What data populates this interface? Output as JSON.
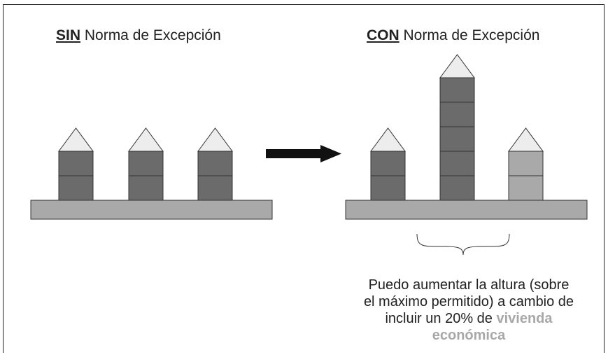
{
  "headings": {
    "left": {
      "emphasis": "SIN",
      "rest": " Norma de Excepción"
    },
    "right": {
      "emphasis": "CON",
      "rest": " Norma de Excepción"
    }
  },
  "caption": {
    "line1": "Puedo aumentar la altura (sobre",
    "line2": "el máximo permitido) a cambio de",
    "line3_prefix": "incluir un 20% de ",
    "line3_highlight": "vivienda",
    "line4_highlight": "económica"
  },
  "colors": {
    "dark_floor": "#6b6b6b",
    "light_floor": "#a9a9a9",
    "roof": "#ededed",
    "base_platform": "#a9a9a9",
    "arrow": "#111111"
  },
  "scenarios": {
    "without_exception": {
      "buildings": [
        {
          "floors": 2,
          "type": "dark"
        },
        {
          "floors": 2,
          "type": "dark"
        },
        {
          "floors": 2,
          "type": "dark"
        }
      ]
    },
    "with_exception": {
      "buildings": [
        {
          "floors": 2,
          "type": "dark"
        },
        {
          "floors": 5,
          "type": "dark"
        },
        {
          "floors": 2,
          "type": "light"
        }
      ]
    }
  },
  "icons": {
    "arrow": "arrow-right-icon",
    "brace": "curly-brace-icon"
  }
}
